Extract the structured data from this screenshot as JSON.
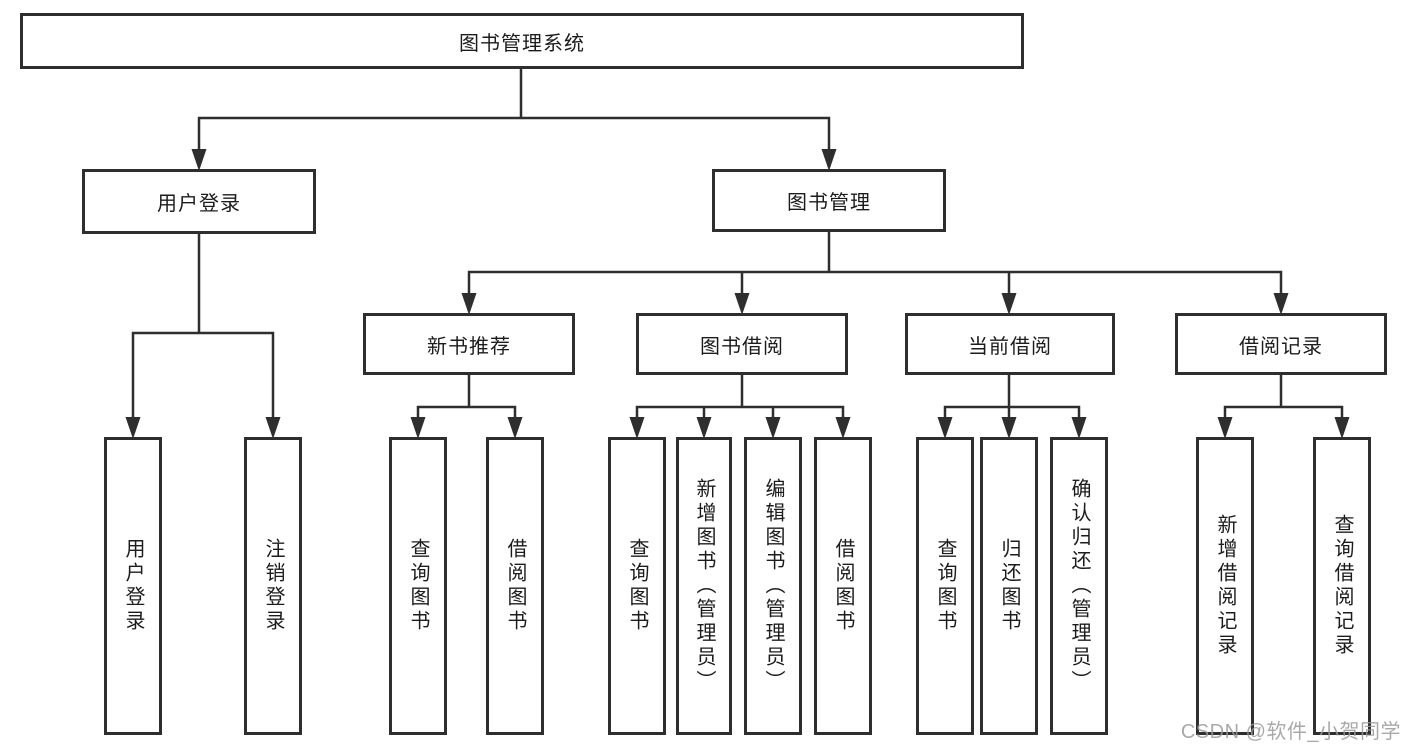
{
  "tree": {
    "label": "图书管理系统",
    "children": [
      {
        "label": "用户登录",
        "children": [
          {
            "label": "用户登录"
          },
          {
            "label": "注销登录"
          }
        ]
      },
      {
        "label": "图书管理",
        "children": [
          {
            "label": "新书推荐",
            "children": [
              {
                "label": "查询图书"
              },
              {
                "label": "借阅图书"
              }
            ]
          },
          {
            "label": "图书借阅",
            "children": [
              {
                "label": "查询图书"
              },
              {
                "label": "新增图书（管理员）"
              },
              {
                "label": "编辑图书（管理员）"
              },
              {
                "label": "借阅图书"
              }
            ]
          },
          {
            "label": "当前借阅",
            "children": [
              {
                "label": "查询图书"
              },
              {
                "label": "归还图书"
              },
              {
                "label": "确认归还（管理员）"
              }
            ]
          },
          {
            "label": "借阅记录",
            "children": [
              {
                "label": "新增借阅记录"
              },
              {
                "label": "查询借阅记录"
              }
            ]
          }
        ]
      }
    ]
  },
  "watermark": "CSDN @软件_小贺同学",
  "colors": {
    "line": "#2e2e2e",
    "box_border": "#2e2e2e",
    "text": "#1c1c1c",
    "watermark": "#9b9b9b",
    "background": "#ffffff"
  }
}
